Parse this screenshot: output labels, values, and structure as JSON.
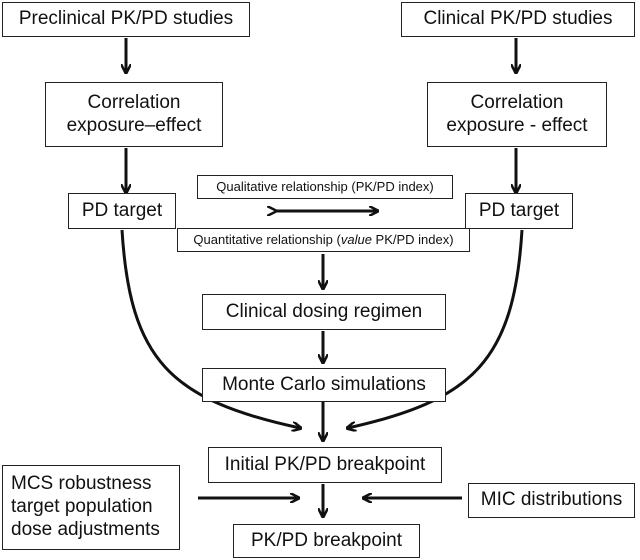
{
  "nodes": {
    "preclinical": "Preclinical PK/PD studies",
    "clinical": "Clinical PK/PD studies",
    "corr_left": [
      "Correlation",
      "exposure–effect"
    ],
    "corr_right": [
      "Correlation",
      "exposure - effect"
    ],
    "pd_target_left": "PD target",
    "pd_target_right": "PD target",
    "qualitative": "Qualitative relationship (PK/PD index)",
    "quantitative": {
      "prefix": "Quantitative relationship (",
      "italic": "value",
      "suffix": " PK/PD index)"
    },
    "dosing": "Clinical dosing regimen",
    "monte_carlo": "Monte Carlo simulations",
    "initial_bp": "Initial PK/PD breakpoint",
    "mcs": [
      "MCS robustness",
      "target population",
      "dose adjustments"
    ],
    "mic": "MIC distributions",
    "final_bp": "PK/PD breakpoint"
  }
}
